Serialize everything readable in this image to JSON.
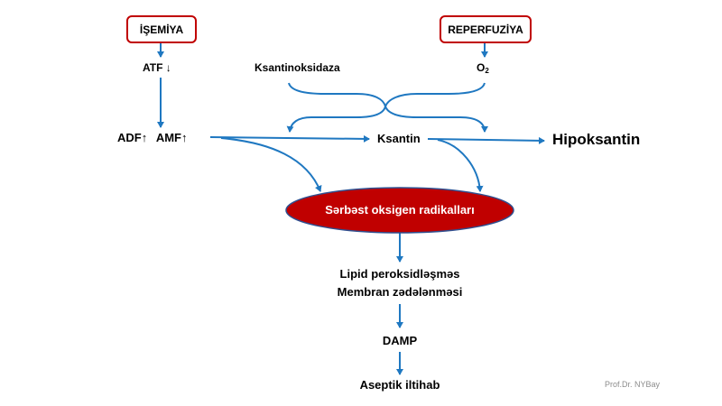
{
  "nodes": {
    "ischemia": "İŞEMİYA",
    "reperfusion": "REPERFUZİYA",
    "atf": "ATF",
    "atf_arrow": "↓",
    "o2_main": "O",
    "o2_sub": "2",
    "xanthine_oxidase": "Ksantinoksidaza",
    "adf": "ADF",
    "adf_arrow": "↑",
    "amf": "AMF",
    "amf_arrow": "↑",
    "xanthine": "Ksantin",
    "hypoxanthine": "Hipoksantin",
    "free_radicals": "Sərbəst oksigen radikalları",
    "lipid_peroxidation": "Lipid peroksidləşməs",
    "membrane_damage": "Membran zədələnməsi",
    "damp": "DAMP",
    "aseptic_inflammation": "Aseptik iltihab"
  },
  "credit": "Prof.Dr. NYBay",
  "colors": {
    "arrow": "#1f78c1",
    "box_border": "#c00000",
    "ellipse_fill": "#c00000",
    "ellipse_border": "#2f4f8f"
  }
}
